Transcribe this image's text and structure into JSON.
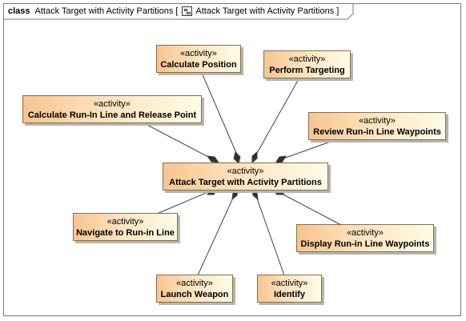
{
  "frame": {
    "kind": "class",
    "name": "Attack Target with Activity Partitions",
    "bracket_open": "[",
    "diagram_name": "Attack Target with Activity Partitions",
    "bracket_close": "]",
    "icon": "class-diagram-icon"
  },
  "nodes": {
    "center": {
      "stereotype": "«activity»",
      "name": "Attack Target with Activity Partitions"
    },
    "calc_position": {
      "stereotype": "«activity»",
      "name": "Calculate Position"
    },
    "perform_targeting": {
      "stereotype": "«activity»",
      "name": "Perform Targeting"
    },
    "calc_runin": {
      "stereotype": "«activity»",
      "name": "Calculate Run-In Line and Release Point"
    },
    "review_waypoints": {
      "stereotype": "«activity»",
      "name": "Review Run-in Line Waypoints"
    },
    "navigate": {
      "stereotype": "«activity»",
      "name": "Navigate to Run-in Line"
    },
    "display_waypoints": {
      "stereotype": "«activity»",
      "name": "Display Run-in Line Waypoints"
    },
    "launch_weapon": {
      "stereotype": "«activity»",
      "name": "Launch Weapon"
    },
    "identify": {
      "stereotype": "«activity»",
      "name": "Identify"
    }
  },
  "colors": {
    "node_border": "#8a6f3f",
    "node_fill_start": "#f7c590",
    "node_fill_end": "#fffce8",
    "edge": "#404040",
    "diamond": "#303030"
  }
}
